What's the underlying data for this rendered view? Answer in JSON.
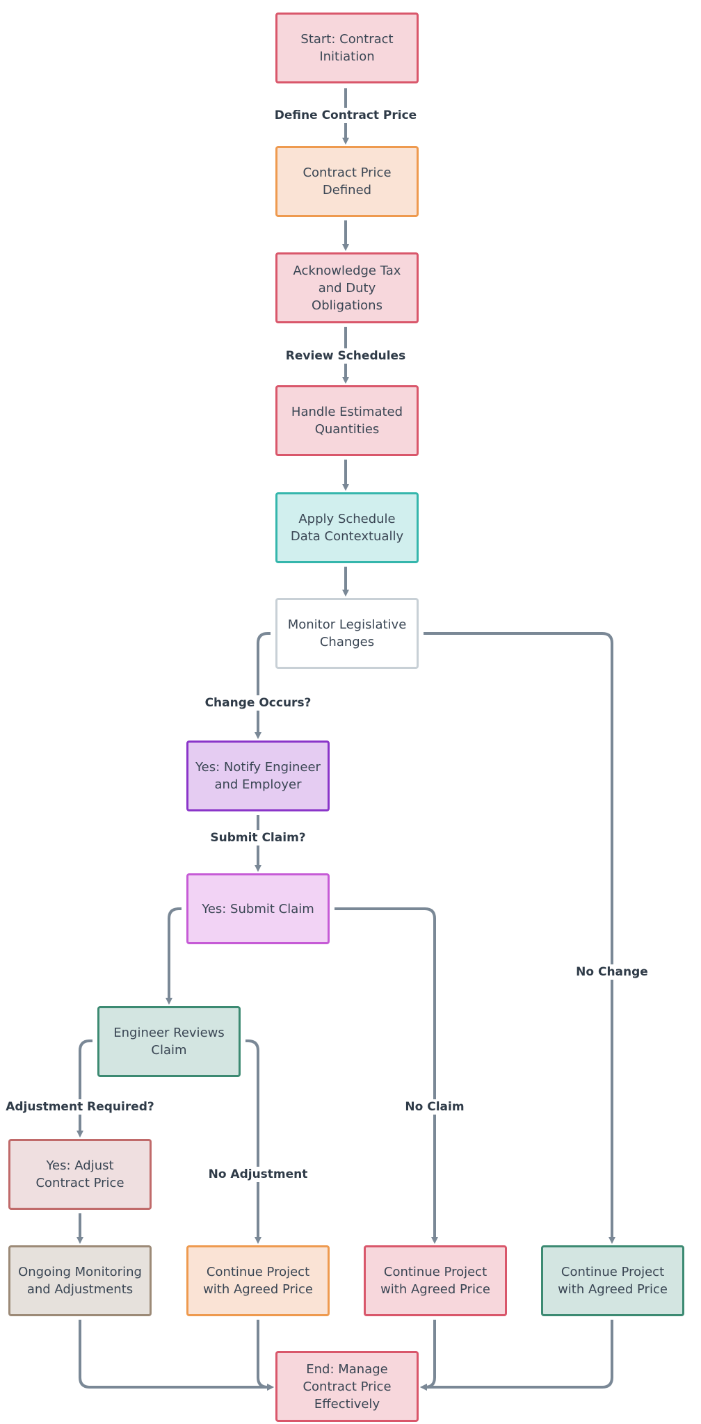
{
  "diagram": {
    "colors": {
      "edge": "#7a8896",
      "red": {
        "fill": "#f7d7dc",
        "stroke": "#d9576b"
      },
      "orange": {
        "fill": "#fae3d5",
        "stroke": "#ee9a4f"
      },
      "teal": {
        "fill": "#d1efee",
        "stroke": "#35b6ac"
      },
      "white": {
        "fill": "#ffffff",
        "stroke": "#c8d0d6"
      },
      "purple": {
        "fill": "#e5ccf2",
        "stroke": "#8a35c9"
      },
      "pink": {
        "fill": "#f2d3f5",
        "stroke": "#c65bd6"
      },
      "green": {
        "fill": "#d3e5e1",
        "stroke": "#3c8a72"
      },
      "rose": {
        "fill": "#efdfe0",
        "stroke": "#c06a6a"
      },
      "stone": {
        "fill": "#e6e1dc",
        "stroke": "#9c8a77"
      }
    },
    "nodes": [
      {
        "id": "start",
        "label": "Start: Contract Initiation",
        "color": "red"
      },
      {
        "id": "price_defined",
        "label": "Contract Price Defined",
        "color": "orange"
      },
      {
        "id": "tax",
        "label": "Acknowledge Tax and Duty Obligations",
        "color": "red"
      },
      {
        "id": "quantities",
        "label": "Handle Estimated Quantities",
        "color": "red"
      },
      {
        "id": "schedule",
        "label": "Apply Schedule Data Contextually",
        "color": "teal"
      },
      {
        "id": "monitor",
        "label": "Monitor Legislative Changes",
        "color": "white"
      },
      {
        "id": "notify",
        "label": "Yes: Notify Engineer and Employer",
        "color": "purple"
      },
      {
        "id": "submit",
        "label": "Yes: Submit Claim",
        "color": "pink"
      },
      {
        "id": "review",
        "label": "Engineer Reviews Claim",
        "color": "green"
      },
      {
        "id": "adjust",
        "label": "Yes: Adjust Contract Price",
        "color": "rose"
      },
      {
        "id": "ongoing",
        "label": "Ongoing Monitoring and Adjustments",
        "color": "stone"
      },
      {
        "id": "cont_no_adj",
        "label": "Continue Project with Agreed Price",
        "color": "orange"
      },
      {
        "id": "cont_no_claim",
        "label": "Continue Project with Agreed Price",
        "color": "red"
      },
      {
        "id": "cont_no_change",
        "label": "Continue Project with Agreed Price",
        "color": "green"
      },
      {
        "id": "end",
        "label": "End: Manage Contract Price Effectively",
        "color": "red"
      }
    ],
    "edges": [
      {
        "from": "start",
        "to": "price_defined",
        "label": "Define Contract Price"
      },
      {
        "from": "price_defined",
        "to": "tax",
        "label": ""
      },
      {
        "from": "tax",
        "to": "quantities",
        "label": "Review Schedules"
      },
      {
        "from": "quantities",
        "to": "schedule",
        "label": ""
      },
      {
        "from": "schedule",
        "to": "monitor",
        "label": ""
      },
      {
        "from": "monitor",
        "to": "notify",
        "label": "Change Occurs?"
      },
      {
        "from": "monitor",
        "to": "cont_no_change",
        "label": "No Change"
      },
      {
        "from": "notify",
        "to": "submit",
        "label": "Submit Claim?"
      },
      {
        "from": "submit",
        "to": "review",
        "label": ""
      },
      {
        "from": "submit",
        "to": "cont_no_claim",
        "label": "No Claim"
      },
      {
        "from": "review",
        "to": "adjust",
        "label": "Adjustment Required?"
      },
      {
        "from": "review",
        "to": "cont_no_adj",
        "label": "No Adjustment"
      },
      {
        "from": "adjust",
        "to": "ongoing",
        "label": ""
      },
      {
        "from": "ongoing",
        "to": "end",
        "label": ""
      },
      {
        "from": "cont_no_adj",
        "to": "end",
        "label": ""
      },
      {
        "from": "cont_no_claim",
        "to": "end",
        "label": ""
      },
      {
        "from": "cont_no_change",
        "to": "end",
        "label": ""
      }
    ]
  }
}
